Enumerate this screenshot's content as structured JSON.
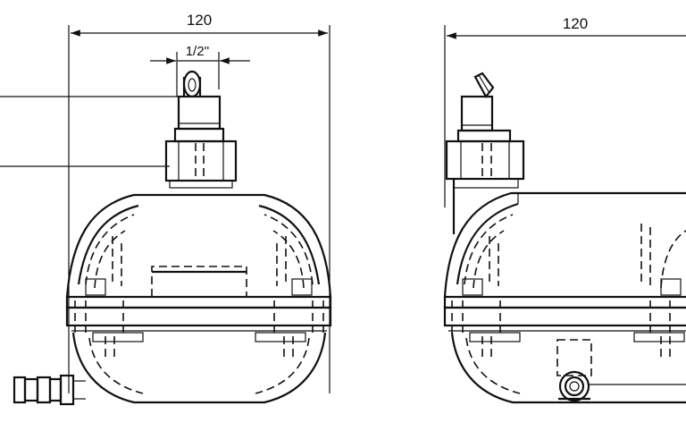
{
  "drawing": {
    "front_view": {
      "overall_width_label": "120",
      "thread_label": "1/2''"
    },
    "side_view": {
      "overall_width_label": "120"
    }
  }
}
